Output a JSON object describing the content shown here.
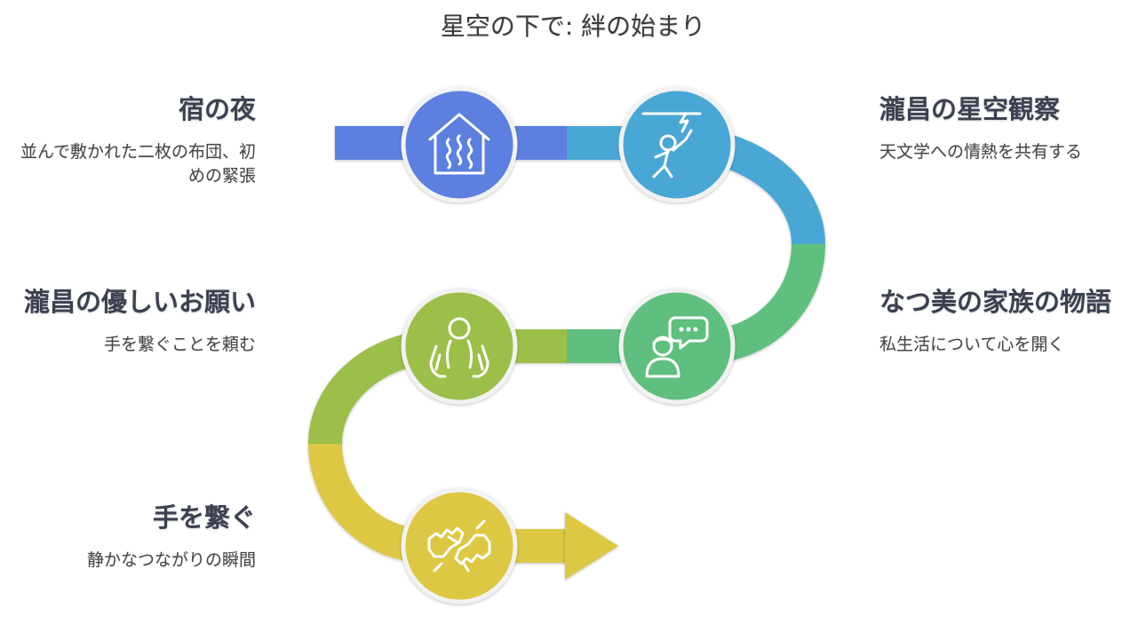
{
  "title": "星空の下で: 絆の始まり",
  "steps": [
    {
      "heading": "宿の夜",
      "description": "並んで敷かれた二枚の布団、初めの緊張",
      "icon": "hot-spring-house-icon",
      "color": "#5b7fe0"
    },
    {
      "heading": "瀧昌の星空観察",
      "description": "天文学への情熱を共有する",
      "icon": "stargazing-person-icon",
      "color": "#4aa7d6"
    },
    {
      "heading": "なつ美の家族の物語",
      "description": "私生活について心を開く",
      "icon": "person-speech-bubble-icon",
      "color": "#5fbf7f"
    },
    {
      "heading": "瀧昌の優しいお願い",
      "description": "手を繋ぐことを頼む",
      "icon": "person-open-hands-icon",
      "color": "#9cbf4a"
    },
    {
      "heading": "手を繋ぐ",
      "description": "静かなつながりの瞬間",
      "icon": "holding-hands-icon",
      "color": "#dcc843"
    }
  ]
}
